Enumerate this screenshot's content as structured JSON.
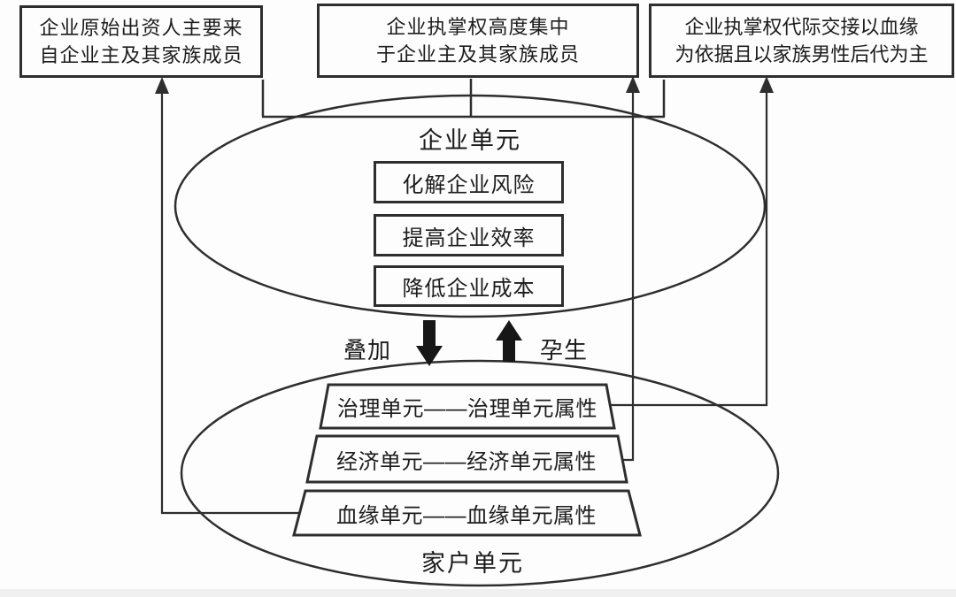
{
  "top_boxes": [
    {
      "line1": "企业原始出资人主要来",
      "line2": "自企业主及其家族成员"
    },
    {
      "line1": "企业执掌权高度集中",
      "line2": "于企业主及其家族成员"
    },
    {
      "line1": "企业执掌权代际交接以血缘",
      "line2": "为依据且以家族男性后代为主"
    }
  ],
  "enterprise_unit": {
    "title": "企业单元",
    "functions": [
      "化解企业风险",
      "提高企业效率",
      "降低企业成本"
    ]
  },
  "exchange": {
    "down_arrow_label": "叠加",
    "up_arrow_label": "孕生"
  },
  "household_unit": {
    "title": "家户单元",
    "layers": [
      "治理单元——治理单元属性",
      "经济单元——经济单元属性",
      "血缘单元——血缘单元属性"
    ]
  },
  "colors": {
    "line": "#2e2e2e",
    "text": "#1c1c1c",
    "arrow_fill": "#171717",
    "background": "#fdfdfd",
    "footer_strip": "#f0f0f0"
  }
}
